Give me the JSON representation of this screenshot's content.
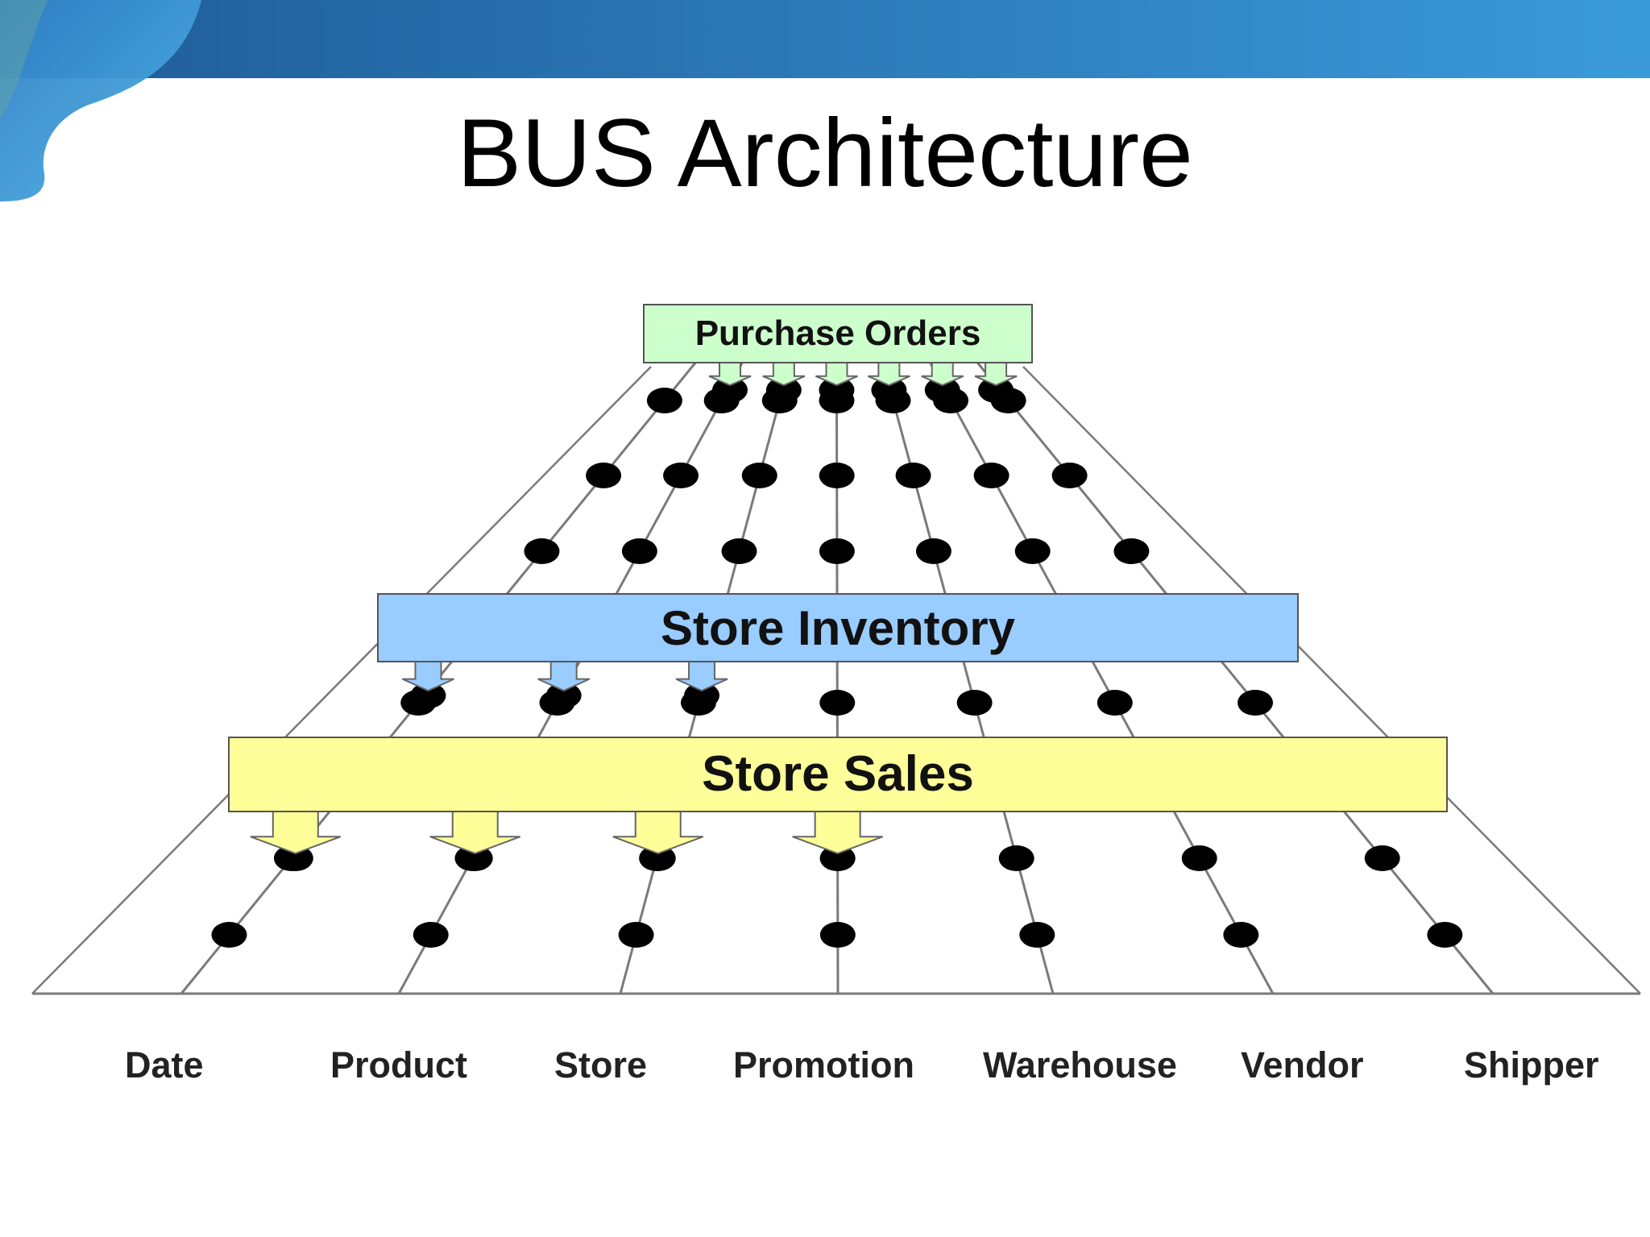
{
  "slide": {
    "title": "BUS Architecture"
  },
  "diagram": {
    "facts": [
      {
        "name": "Purchase Orders",
        "color": "#ccffcc",
        "dimensions": [
          "Product",
          "Store",
          "Promotion",
          "Warehouse",
          "Vendor",
          "Shipper"
        ]
      },
      {
        "name": "Store Inventory",
        "color": "#99ccff",
        "dimensions": [
          "Date",
          "Product",
          "Store"
        ]
      },
      {
        "name": "Store Sales",
        "color": "#ffff99",
        "dimensions": [
          "Date",
          "Product",
          "Store",
          "Promotion"
        ]
      }
    ],
    "dimensions": [
      "Date",
      "Product",
      "Store",
      "Promotion",
      "Warehouse",
      "Vendor",
      "Shipper"
    ],
    "colors": {
      "header_band_start": "#1f5a98",
      "header_band_end": "#3a9ad9",
      "line": "#7a7a7a",
      "dot": "#000000"
    }
  }
}
